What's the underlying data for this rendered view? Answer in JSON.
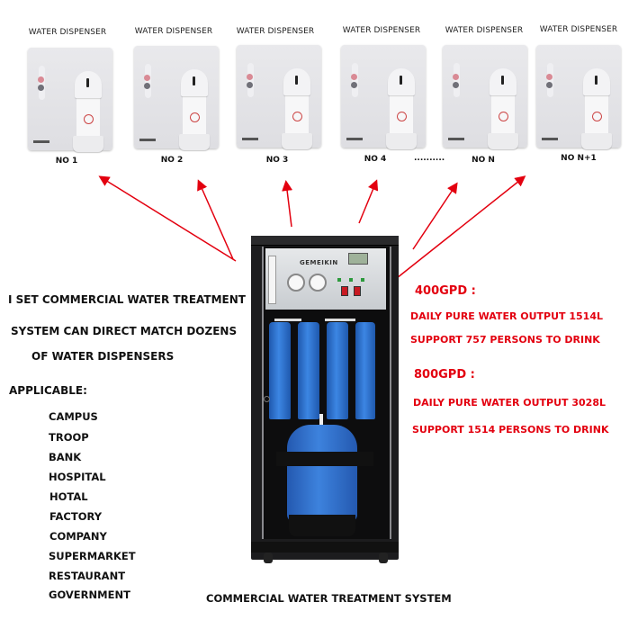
{
  "dispensers": [
    {
      "title": "WATER DISPENSER",
      "label": "NO 1"
    },
    {
      "title": "WATER DISPENSER",
      "label": "NO 2"
    },
    {
      "title": "WATER DISPENSER",
      "label": "NO 3"
    },
    {
      "title": "WATER DISPENSER",
      "label": "NO 4"
    },
    {
      "title": "WATER DISPENSER",
      "label": "NO N"
    },
    {
      "title": "WATER DISPENSER",
      "label": "NO N+1"
    }
  ],
  "ellipsis": "..........",
  "description": {
    "line1": "I SET COMMERCIAL WATER TREATMENT",
    "line2": "SYSTEM CAN DIRECT MATCH DOZENS",
    "line3": "OF WATER DISPENSERS"
  },
  "applicable": {
    "heading": "APPLICABLE:",
    "items": [
      "CAMPUS",
      "TROOP",
      "BANK",
      "HOSPITAL",
      "HOTAL",
      "FACTORY",
      "COMPANY",
      "SUPERMARKET",
      "RESTAURANT",
      "GOVERNMENT"
    ]
  },
  "specs": [
    {
      "model": "400GPD :",
      "output": "DAILY PURE WATER OUTPUT 1514L",
      "support": "SUPPORT 757 PERSONS TO DRINK"
    },
    {
      "model": "800GPD :",
      "output": "DAILY PURE WATER OUTPUT 3028L",
      "support": "SUPPORT 1514 PERSONS TO DRINK"
    }
  ],
  "system": {
    "brand": "GEMEIKIN",
    "caption": "COMMERCIAL WATER TREATMENT SYSTEM"
  },
  "colors": {
    "accent_red": "#e3000f",
    "cabinet": "#1c1c1e",
    "filter_blue": "#2b6fd0"
  }
}
